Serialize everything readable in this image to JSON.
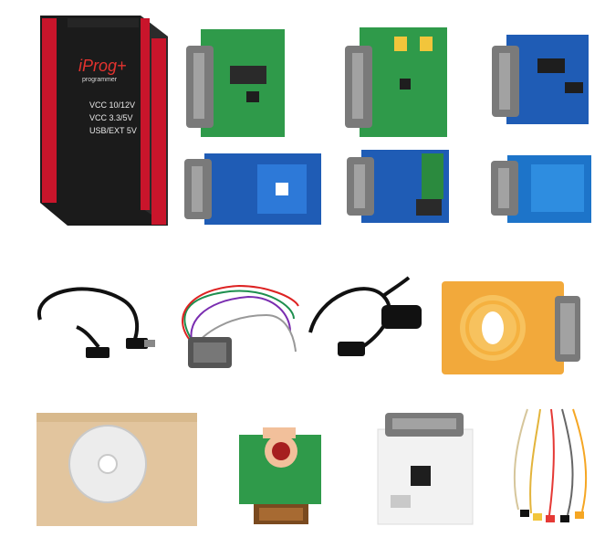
{
  "programmer": {
    "brand": "iProg+",
    "subtitle": "programmer",
    "leds": [
      "VCC 10/12V",
      "VCC 3.3/5V",
      "USB/EXT 5V"
    ]
  },
  "colors": {
    "device_body": "#1b1b1b",
    "device_accent": "#c9152b",
    "board_green": "#2f9a4a",
    "board_blue": "#1f5cb5",
    "board_orange": "#f2a93b",
    "connector_gray": "#7a7a7a"
  },
  "items": [
    {
      "name": "iprog-programmer"
    },
    {
      "name": "green-adapter-board-1"
    },
    {
      "name": "green-adapter-board-2"
    },
    {
      "name": "blue-adapter-board-1"
    },
    {
      "name": "blue-adapter-board-2"
    },
    {
      "name": "blue-adapter-board-3"
    },
    {
      "name": "blue-adapter-board-4"
    },
    {
      "name": "usb-cable"
    },
    {
      "name": "multi-wire-cable"
    },
    {
      "name": "obd-cable"
    },
    {
      "name": "orange-coil-board"
    },
    {
      "name": "software-box"
    },
    {
      "name": "green-module-board"
    },
    {
      "name": "white-adapter-board"
    },
    {
      "name": "jumper-wires"
    }
  ]
}
